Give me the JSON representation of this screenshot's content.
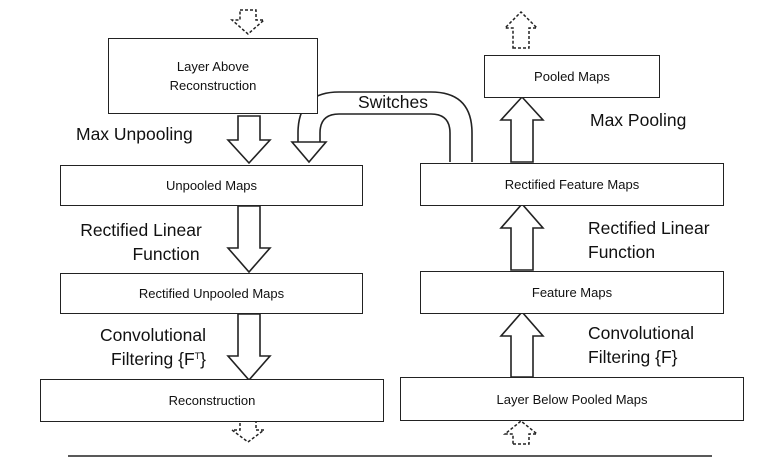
{
  "left_column": {
    "layer_above": "Layer Above\nReconstruction",
    "unpooled_maps": "Unpooled Maps",
    "rectified_unpooled_maps": "Rectified Unpooled Maps",
    "reconstruction": "Reconstruction",
    "max_unpooling": "Max Unpooling",
    "rectified_linear_line1": "Rectified Linear",
    "rectified_linear_line2": "Function",
    "conv_filtering_line1": "Convolutional",
    "conv_filtering_line2_prefix": "Filtering {F",
    "conv_filtering_sup": "T",
    "conv_filtering_suffix": "}"
  },
  "right_column": {
    "pooled_maps": "Pooled Maps",
    "rectified_feature_maps": "Rectified Feature Maps",
    "feature_maps": "Feature Maps",
    "layer_below": "Layer Below Pooled Maps",
    "max_pooling": "Max Pooling",
    "rectified_linear_line1": "Rectified Linear",
    "rectified_linear_line2": "Function",
    "conv_filtering_line1": "Convolutional",
    "conv_filtering_line2": "Filtering {F}"
  },
  "switches_label": "Switches"
}
